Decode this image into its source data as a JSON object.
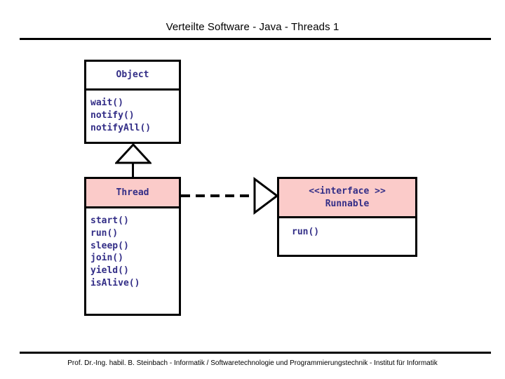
{
  "slide": {
    "title": "Verteilte Software - Java - Threads 1",
    "footer": "Prof. Dr.-Ing. habil. B. Steinbach - Informatik / Softwaretechnologie und Programmierungstechnik - Institut für Informatik"
  },
  "colors": {
    "header_fill_pink": "#fbcbc9",
    "header_fill_white": "#ffffff",
    "text_navy": "#332e87",
    "border": "#000000",
    "background": "#ffffff"
  },
  "diagram": {
    "type": "uml-class-diagram",
    "classes": [
      {
        "id": "object",
        "name": "Object",
        "stereotype": "",
        "header_fill": "white",
        "methods": [
          "wait()",
          "notify()",
          "notifyAll()"
        ]
      },
      {
        "id": "thread",
        "name": "Thread",
        "stereotype": "",
        "header_fill": "pink",
        "methods": [
          "start()",
          "run()",
          "sleep()",
          "join()",
          "yield()",
          "isAlive()"
        ]
      },
      {
        "id": "runnable",
        "name": "Runnable",
        "stereotype": "<<interface >>",
        "header_fill": "pink",
        "methods": [
          "run()"
        ]
      }
    ],
    "relationships": [
      {
        "id": "thread-extends-object",
        "kind": "generalization",
        "line_style": "solid",
        "arrowhead": "hollow-triangle",
        "from": "Thread",
        "to": "Object"
      },
      {
        "id": "thread-implements-runnable",
        "kind": "realization",
        "line_style": "dashed",
        "arrowhead": "hollow-triangle",
        "from": "Thread",
        "to": "Runnable"
      }
    ]
  }
}
